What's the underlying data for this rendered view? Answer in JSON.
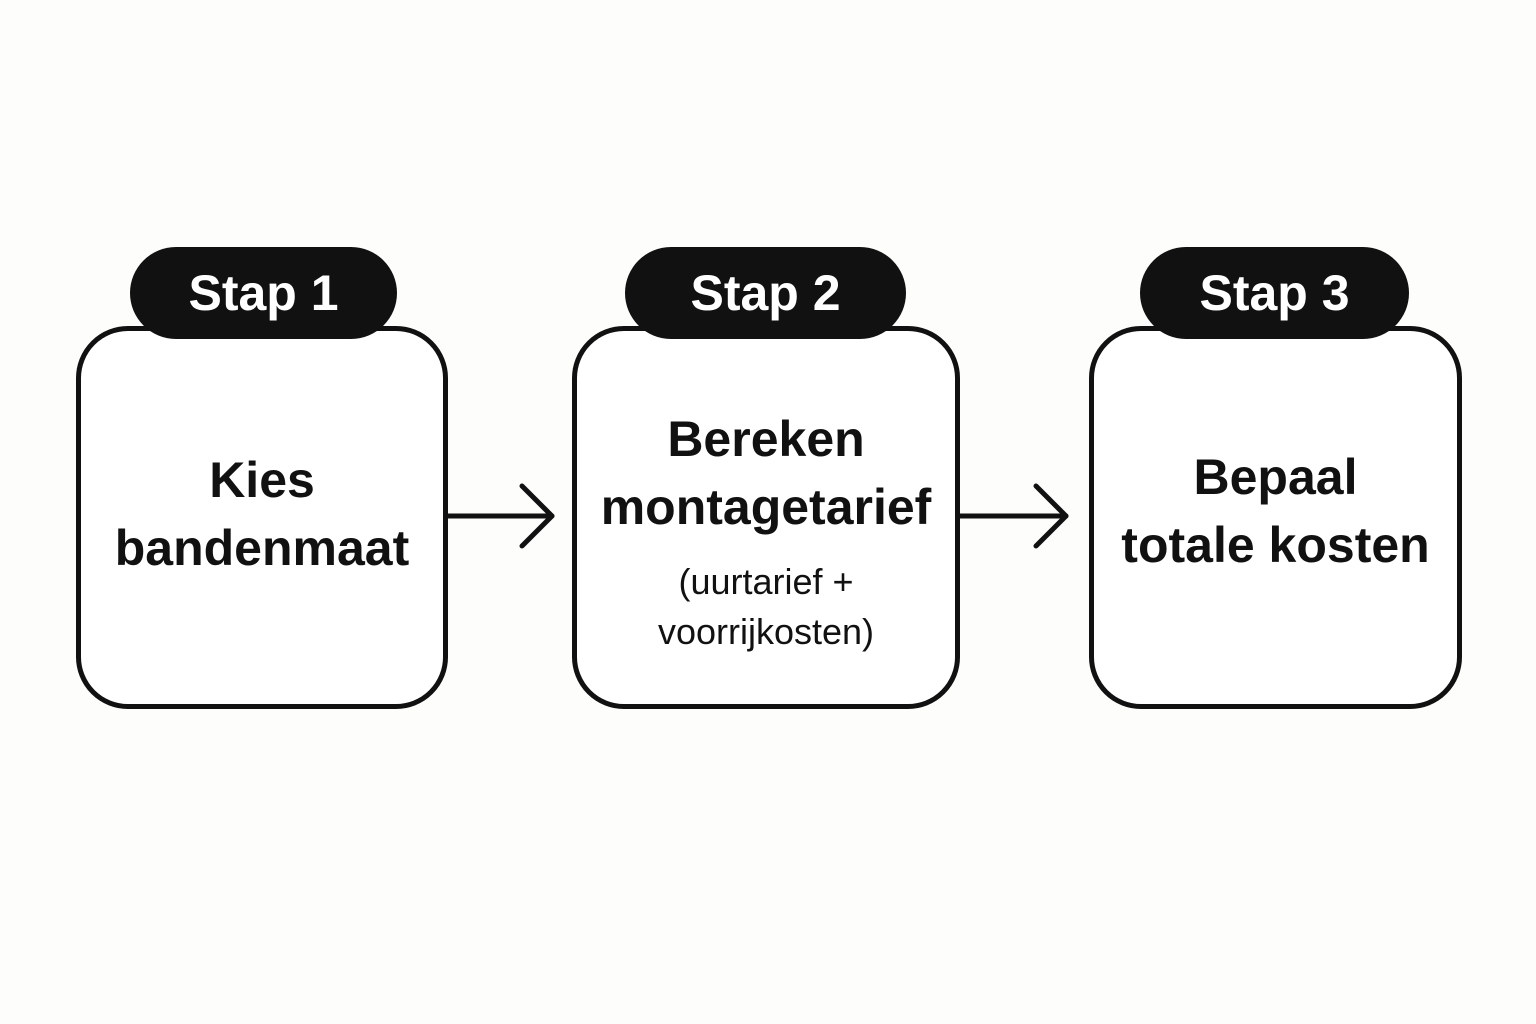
{
  "steps": [
    {
      "badge": "Stap 1",
      "title_line1": "Kies",
      "title_line2": "bandenmaat"
    },
    {
      "badge": "Stap 2",
      "title_line1": "Bereken",
      "title_line2": "montagetarief",
      "detail_line1": "(uurtarief +",
      "detail_line2": "voorrijkosten)"
    },
    {
      "badge": "Stap 3",
      "title_line1": "Bepaal",
      "title_line2": "totale kosten"
    }
  ],
  "colors": {
    "stroke": "#111111",
    "badge_fill": "#111111",
    "badge_text": "#ffffff",
    "background": "#fdfdfb"
  }
}
